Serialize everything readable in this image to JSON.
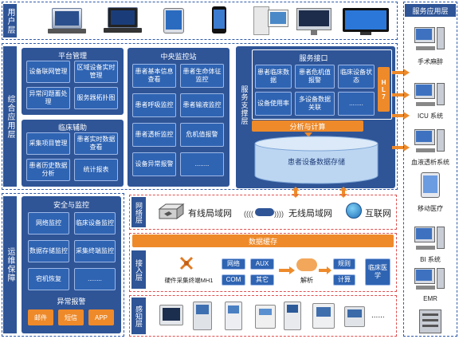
{
  "user_layer": {
    "label": "用户层"
  },
  "app_layer": {
    "label": "综合应用层"
  },
  "ops_layer": {
    "label": "运维保障"
  },
  "platform": {
    "title": "平台管理",
    "items": [
      "设备联网管理",
      "区域设备实时管理",
      "异常问题蓄处理",
      "服务器拓扑图"
    ]
  },
  "clinical": {
    "title": "临床辅助",
    "items": [
      "采集项目管理",
      "患者实时数据查看",
      "患者历史数据分析",
      "统计报表"
    ]
  },
  "central": {
    "title": "中央监控站",
    "items": [
      "患者基本信息查看",
      "患者生命体征监控",
      "患者呼吸监控",
      "患者输液监控",
      "患者透析监控",
      "危机值报警",
      "设备异常报警",
      "........"
    ]
  },
  "service": {
    "title": "服务接口",
    "support_label": "服务支撑层",
    "items": [
      "患者临床数据",
      "患者危机值报警",
      "临床设备状态",
      "设备使用率",
      "多设备数据关联",
      "........"
    ],
    "hl7": "HL7",
    "analysis": "分析与计算",
    "storage": "患者设备数据存储"
  },
  "security": {
    "title": "安全与监控",
    "items": [
      "网络监控",
      "临床设备监控",
      "数据存储监控",
      "采集终端监控",
      "宕机恢复",
      "........"
    ],
    "alarm_title": "异常报警",
    "alarm_items": [
      "邮件",
      "短信",
      "APP"
    ]
  },
  "network": {
    "label": "网络层",
    "wired": "有线局域网",
    "wireless": "无线局域网",
    "internet": "互联网"
  },
  "access": {
    "label": "接入层",
    "cache": "数据缓存",
    "terminal": "硬件采集终端MH1",
    "protocols": [
      "网络",
      "AUX",
      "COM",
      "其它"
    ],
    "parse": "解析",
    "ops": [
      "规则",
      "计算"
    ],
    "med": "临床医学"
  },
  "perception": {
    "label": "感知层",
    "more": "......"
  },
  "services_panel": {
    "title": "服务应用层",
    "items": [
      "手术麻醉",
      "ICU 系统",
      "血液透析系统",
      "移动医疗",
      "BI 系统",
      "EMR"
    ]
  },
  "colors": {
    "navy": "#2f5597",
    "orange": "#ee8a2a",
    "dash_red": "#e05050"
  }
}
